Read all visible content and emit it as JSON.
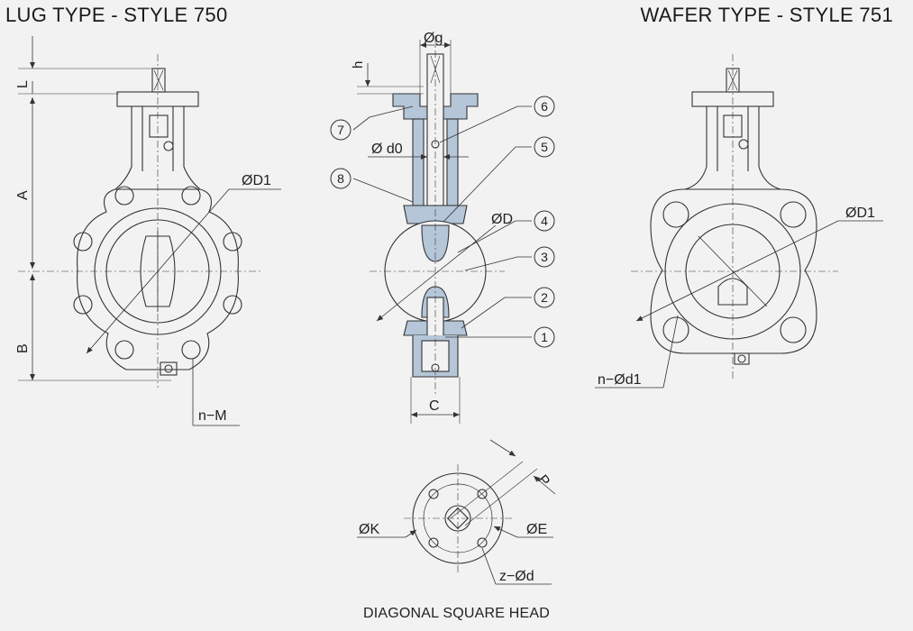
{
  "titles": {
    "left": "LUG TYPE - STYLE 750",
    "right": "WAFER  TYPE - STYLE 751"
  },
  "caption": "DIAGONAL SQUARE HEAD",
  "lug_view": {
    "dim_L": "L",
    "dim_A": "A",
    "dim_B": "B",
    "dim_D1": "ØD1",
    "dim_nM": "n−M"
  },
  "section_view": {
    "dim_g": "Øg",
    "dim_h": "h",
    "dim_d0": "Ø d0",
    "dim_D": "ØD",
    "dim_C": "C",
    "callouts": [
      "1",
      "2",
      "3",
      "4",
      "5",
      "6",
      "7",
      "8"
    ]
  },
  "wafer_view": {
    "dim_D1": "ØD1",
    "dim_nd1": "n−Ød1"
  },
  "head_view": {
    "dim_P": "P",
    "dim_K": "ØK",
    "dim_E": "ØE",
    "dim_zd": "z−Ød"
  },
  "colors": {
    "line": "#333333",
    "part_fill": "#b4c6d8",
    "background": "#f2f2f2"
  }
}
